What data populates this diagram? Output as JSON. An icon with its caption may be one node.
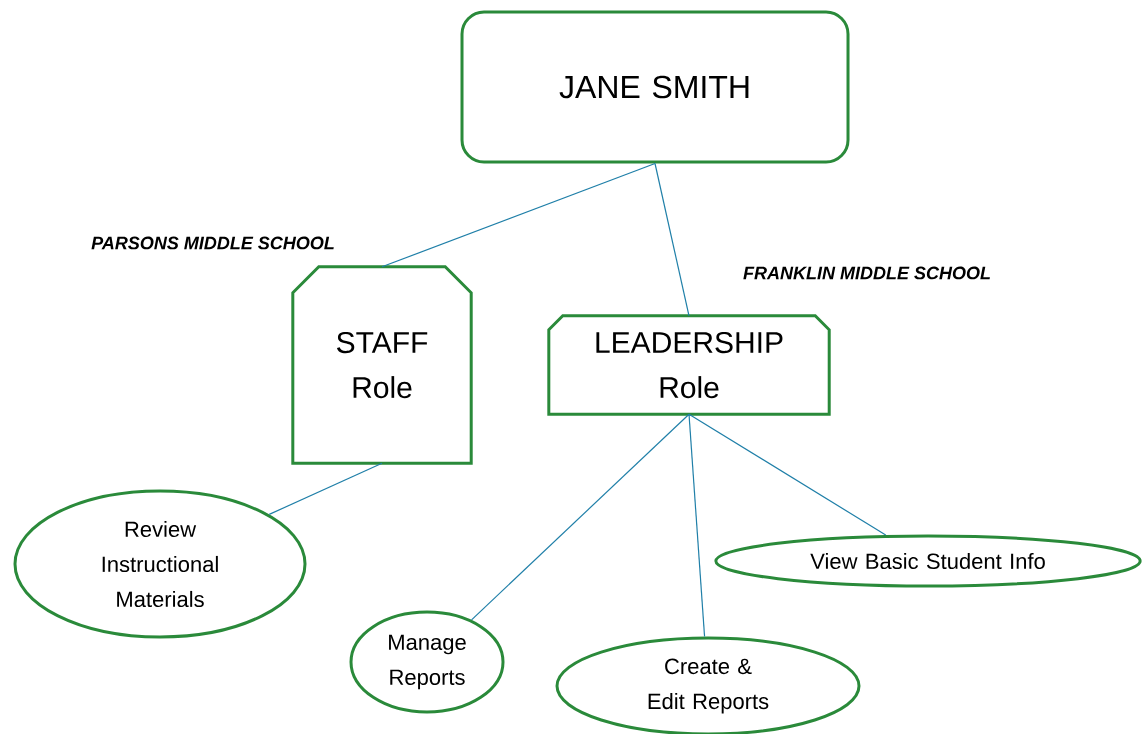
{
  "diagram": {
    "nodes": [
      {
        "text": [
          "JANE SMITH"
        ]
      },
      {
        "text": [
          "STAFF Role"
        ]
      },
      {
        "text": [
          "LEADERSHIP Role"
        ]
      },
      {
        "text": [
          "Review Instructional Materials"
        ]
      },
      {
        "text": [
          "Manage Reports"
        ]
      },
      {
        "text": [
          "Create & Edit Reports"
        ]
      },
      {
        "text": [
          "View Basic Student Info"
        ]
      }
    ],
    "edges": [
      {
        "from": 0,
        "to": 1,
        "arrow": "none"
      },
      {
        "from": 0,
        "to": 2,
        "arrow": "none"
      },
      {
        "from": 1,
        "to": 3,
        "arrow": "none"
      },
      {
        "from": 2,
        "to": 4,
        "arrow": "none"
      },
      {
        "from": 2,
        "to": 5,
        "arrow": "none"
      },
      {
        "from": 2,
        "to": 6,
        "arrow": "none"
      }
    ],
    "labels": [
      "PARSONS MIDDLE SCHOOL",
      "FRANKLIN MIDDLE SCHOOL"
    ]
  }
}
